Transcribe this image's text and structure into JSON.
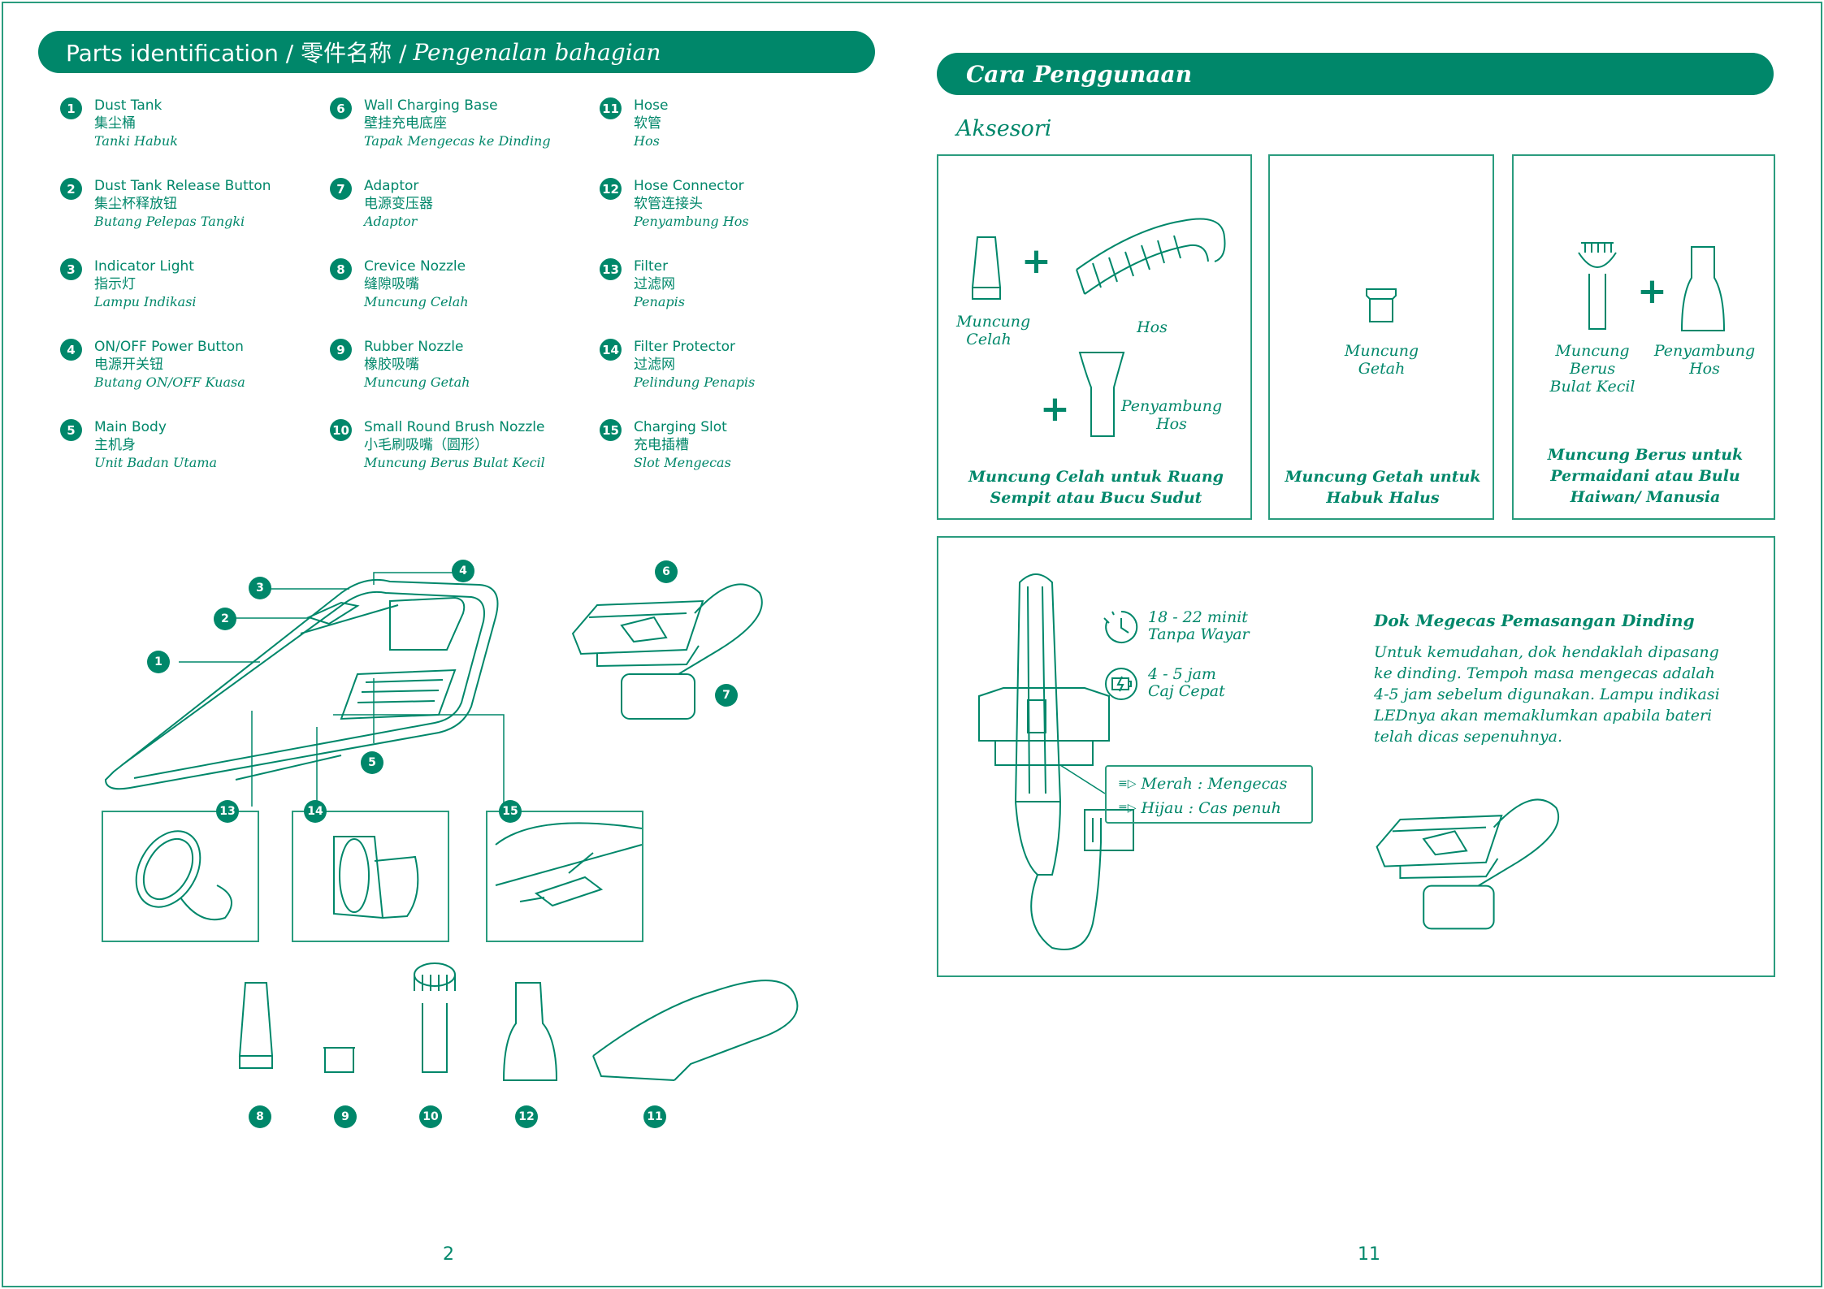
{
  "left_page": {
    "banner": {
      "title": "Parts identification / 零件名称 /",
      "title_italic": "Pengenalan bahagian"
    },
    "parts": [
      {
        "num": "1",
        "en": "Dust Tank",
        "zh": "集尘桶",
        "ms": "Tanki Habuk"
      },
      {
        "num": "2",
        "en": "Dust Tank Release Button",
        "zh": "集尘杯释放钮",
        "ms": "Butang Pelepas Tangki"
      },
      {
        "num": "3",
        "en": "Indicator Light",
        "zh": "指示灯",
        "ms": "Lampu Indikasi"
      },
      {
        "num": "4",
        "en": "ON/OFF Power Button",
        "zh": "电源开关钮",
        "ms": "Butang ON/OFF Kuasa"
      },
      {
        "num": "5",
        "en": "Main Body",
        "zh": "主机身",
        "ms": "Unit Badan Utama"
      },
      {
        "num": "6",
        "en": "Wall Charging Base",
        "zh": "壁挂充电底座",
        "ms": "Tapak Mengecas ke Dinding"
      },
      {
        "num": "7",
        "en": "Adaptor",
        "zh": "电源变压器",
        "ms": "Adaptor"
      },
      {
        "num": "8",
        "en": "Crevice Nozzle",
        "zh": "缝隙吸嘴",
        "ms": "Muncung Celah"
      },
      {
        "num": "9",
        "en": "Rubber Nozzle",
        "zh": "橡胶吸嘴",
        "ms": "Muncung Getah"
      },
      {
        "num": "10",
        "en": "Small Round Brush Nozzle",
        "zh": "小毛刷吸嘴（圆形）",
        "ms": "Muncung Berus Bulat Kecil"
      },
      {
        "num": "11",
        "en": "Hose",
        "zh": "软管",
        "ms": "Hos"
      },
      {
        "num": "12",
        "en": "Hose Connector",
        "zh": "软管连接头",
        "ms": "Penyambung Hos"
      },
      {
        "num": "13",
        "en": "Filter",
        "zh": "过滤网",
        "ms": "Penapis"
      },
      {
        "num": "14",
        "en": "Filter Protector",
        "zh": "过滤网",
        "ms": "Pelindung Penapis"
      },
      {
        "num": "15",
        "en": "Charging Slot",
        "zh": "充电插槽",
        "ms": "Slot Mengecas"
      }
    ],
    "callouts": [
      "1",
      "2",
      "3",
      "4",
      "5",
      "6",
      "7",
      "8",
      "9",
      "10",
      "11",
      "12",
      "13",
      "14",
      "15"
    ],
    "page_number": "2"
  },
  "right_page": {
    "banner": {
      "title": "Cara Penggunaan"
    },
    "section_title": "Aksesori",
    "accessory_box_1": {
      "labels": {
        "crevice": "Muncung Celah",
        "hose": "Hos",
        "connector": "Penyambung Hos"
      },
      "caption": "Muncung Celah untuk Ruang Sempit atau Bucu Sudut"
    },
    "accessory_box_2": {
      "labels": {
        "rubber": "Muncung Getah"
      },
      "caption": "Muncung Getah untuk Habuk Halus"
    },
    "accessory_box_3": {
      "labels": {
        "brush": "Muncung Berus Bulat Kecil",
        "connector": "Penyambung Hos"
      },
      "caption": "Muncung Berus untuk Permaidani atau Bulu Haiwan/ Manusia"
    },
    "charging": {
      "time_cordless": "18 - 22 minit",
      "cordless_label": "Tanpa Wayar",
      "time_fast": "4 - 5 jam",
      "fast_label": "Caj Cepat",
      "led_red": "Merah : Mengecas",
      "led_green": "Hijau : Cas penuh",
      "title": "Dok Megecas Pemasangan Dinding",
      "body": "Untuk kemudahan, dok hendaklah dipasang ke dinding. Tempoh masa mengecas adalah 4-5 jam sebelum digunakan. Lampu indikasi LEDnya akan memaklumkan apabila bateri telah dicas sepenuhnya."
    },
    "page_number": "11"
  },
  "colors": {
    "brand": "#00876a",
    "line": "#2a9c7e",
    "background": "#ffffff"
  }
}
